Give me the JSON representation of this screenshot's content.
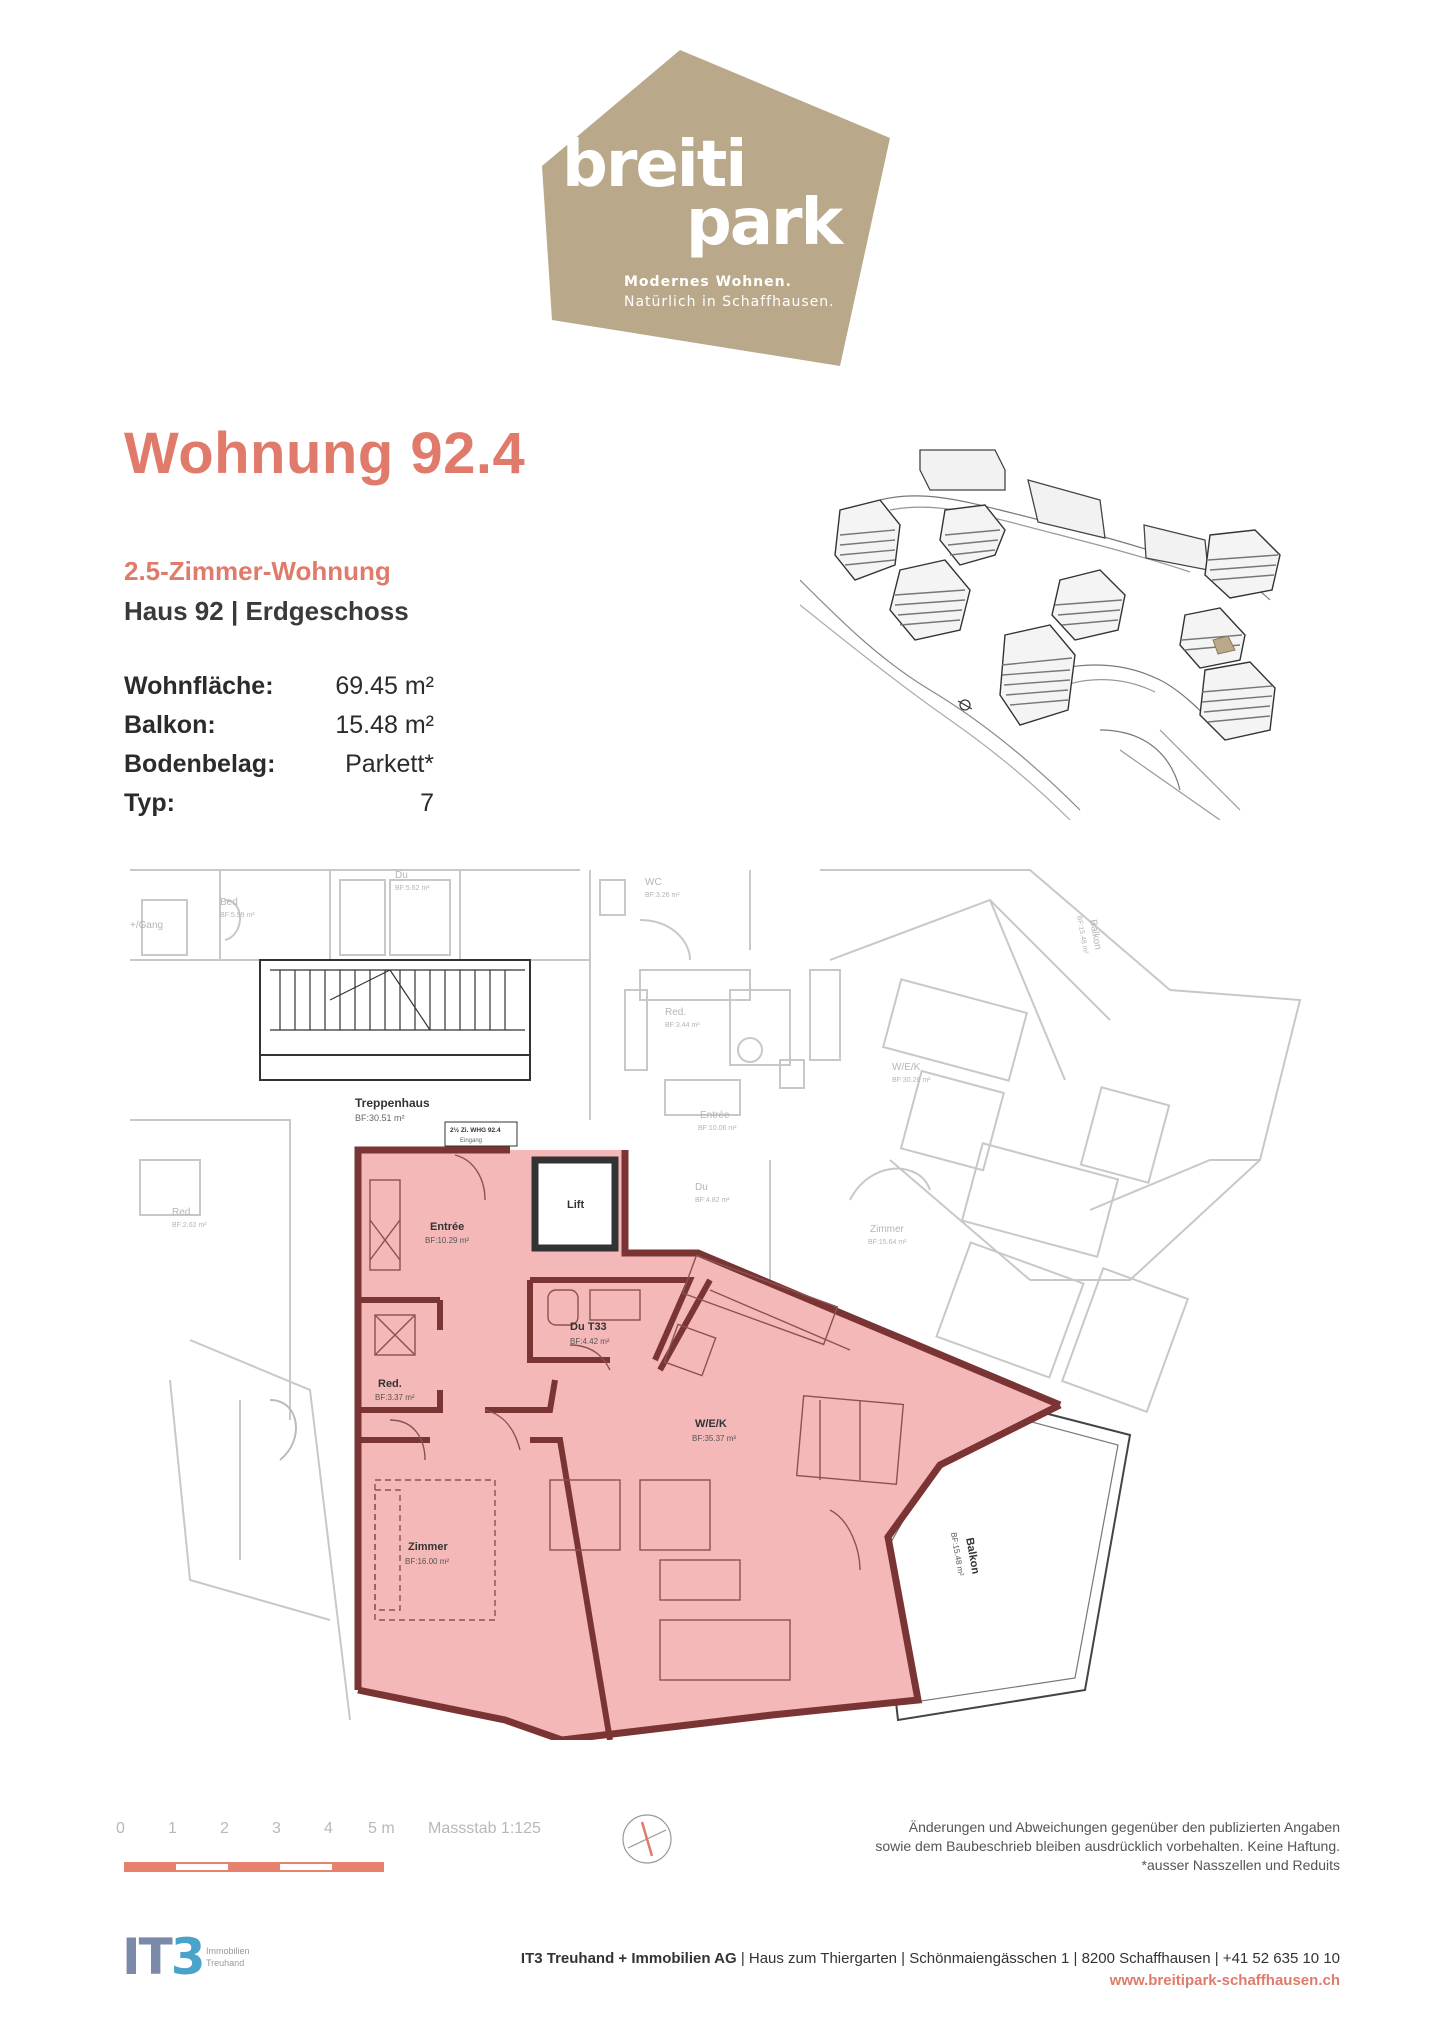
{
  "logo": {
    "word1": "breiti",
    "word2": "park",
    "tagline1": "Modernes Wohnen.",
    "tagline2": "Natürlich in Schaffhausen.",
    "color": "#b9a889"
  },
  "header": {
    "title": "Wohnung 92.4",
    "subtitle": "2.5-Zimmer-Wohnung",
    "building": "Haus 92 | Erdgeschoss"
  },
  "specs": [
    {
      "label": "Wohnfläche:",
      "value": "69.45 m²"
    },
    {
      "label": "Balkon:",
      "value": "15.48 m²"
    },
    {
      "label": "Bodenbelag:",
      "value": "Parkett*"
    },
    {
      "label": "Typ:",
      "value": "7"
    }
  ],
  "floorplan": {
    "highlight_color": "#f5b8b8",
    "wall_color": "#7a3434",
    "stair_label": "Treppenhaus",
    "stair_area": "BF:30.51 m²",
    "tag_line1": "2½ Zi. WHG 92.4",
    "tag_line2": "Eingang",
    "rooms": {
      "entree": {
        "name": "Entrée",
        "area": "BF:10.29 m²"
      },
      "lift": {
        "name": "Lift"
      },
      "du": {
        "name": "Du T33",
        "area": "BF:4.42 m²"
      },
      "red": {
        "name": "Red.",
        "area": "BF:3.37 m²"
      },
      "wek": {
        "name": "W/E/K",
        "area": "BF:35.37 m²"
      },
      "zimmer": {
        "name": "Zimmer",
        "area": "BF:16.00 m²"
      },
      "balkon": {
        "name": "Balkon",
        "area": "BF:15.48 m²"
      }
    },
    "neighbors": {
      "bed": "Bed",
      "bed_area": "BF:5.99 m²",
      "gang": "+/Gang",
      "du_top": "Du",
      "du_top_area": "BF:5.62 m²",
      "wc": "WC",
      "wc_area": "BF:3.26 m²",
      "red_mid": "Red.",
      "red_mid_area": "BF:3.44 m²",
      "wek_nb": "W/E/K",
      "wek_nb_area": "BF:30.26 m²",
      "entree_nb": "Entrée",
      "entree_nb_area": "BF:10.06 m²",
      "du_nb": "Du",
      "du_nb_area": "BF:4.82 m²",
      "zimmer_nb": "Zimmer",
      "zimmer_nb_area": "BF:15.64 m²",
      "red_left": "Red.",
      "red_left_area": "BF:2.62 m²",
      "balkon_nb": "Balkon",
      "balkon_nb_area": "BF:15.48 m²"
    }
  },
  "scale": {
    "ticks": [
      "0",
      "1",
      "2",
      "3",
      "4",
      "5 m"
    ],
    "label": "Massstab 1:125",
    "color": "#e8806e"
  },
  "disclaimer": {
    "line1": "Änderungen und Abweichungen gegenüber den publizierten Angaben",
    "line2": "sowie dem Baubeschrieb bleiben ausdrücklich vorbehalten. Keine Haftung.",
    "line3": "*ausser Nasszellen und Reduits"
  },
  "footer": {
    "it3_mark_a": "IT",
    "it3_mark_b": "3",
    "it3_small1": "Immobilien",
    "it3_small2": "Treuhand",
    "company": "IT3 Treuhand + Immobilien AG",
    "address": "| Haus zum Thiergarten | Schönmaiengässchen 1 | 8200 Schaffhausen | +41 52 635 10 10",
    "url": "www.breitipark-schaffhausen.ch"
  }
}
